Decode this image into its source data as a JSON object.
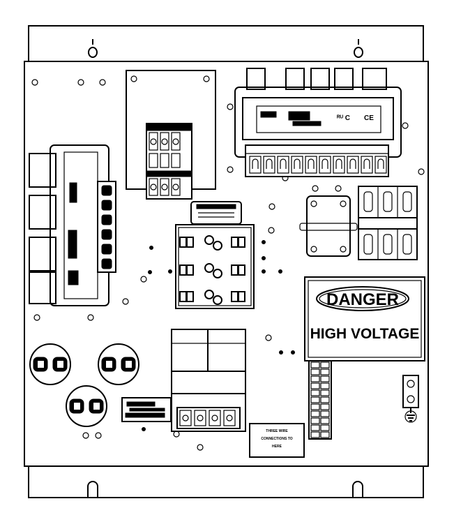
{
  "danger_sign": {
    "heading": "DANGER",
    "subheading": "HIGH VOLTAGE"
  },
  "terminal_note": {
    "line1": "THREE WIRE",
    "line2": "CONNECTIONS TO",
    "line3": "HERE"
  },
  "colors": {
    "line": "#000000",
    "background": "#ffffff"
  },
  "icons": {
    "ground": "ground-icon",
    "mounting_hole": "keyhole-icon"
  }
}
